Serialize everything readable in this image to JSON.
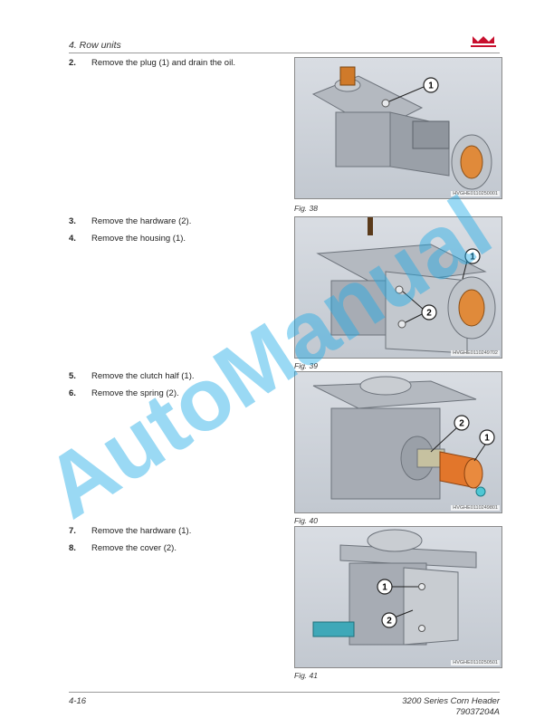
{
  "header": {
    "section_title": "4. Row units"
  },
  "steps": [
    {
      "num": "2.",
      "text": "Remove the plug (1) and drain the oil."
    },
    {
      "num": "3.",
      "text": "Remove the hardware (2)."
    },
    {
      "num": "4.",
      "text": "Remove the housing (1)."
    },
    {
      "num": "5.",
      "text": "Remove the clutch half (1)."
    },
    {
      "num": "6.",
      "text": "Remove the spring (2)."
    },
    {
      "num": "7.",
      "text": "Remove the hardware (1)."
    },
    {
      "num": "8.",
      "text": "Remove the cover (2)."
    }
  ],
  "figures": [
    {
      "caption": "Fig. 38",
      "code": "HVGHE0110250001",
      "callouts": [
        "1"
      ]
    },
    {
      "caption": "Fig. 39",
      "code": "HVGHE0110249702",
      "callouts": [
        "1",
        "2"
      ]
    },
    {
      "caption": "Fig. 40",
      "code": "HVGHE0110249801",
      "callouts": [
        "2",
        "1"
      ]
    },
    {
      "caption": "Fig. 41",
      "code": "HVGHE0110250501",
      "callouts": [
        "1",
        "2"
      ]
    }
  ],
  "footer": {
    "page_number": "4-16",
    "manual_title": "3200 Series Corn Header",
    "part_number": "79037204A"
  },
  "watermark": {
    "text": "AutoManual"
  },
  "colors": {
    "brand_red": "#c8102e",
    "watermark": "#1eaae6",
    "callout_stroke": "#222222"
  }
}
